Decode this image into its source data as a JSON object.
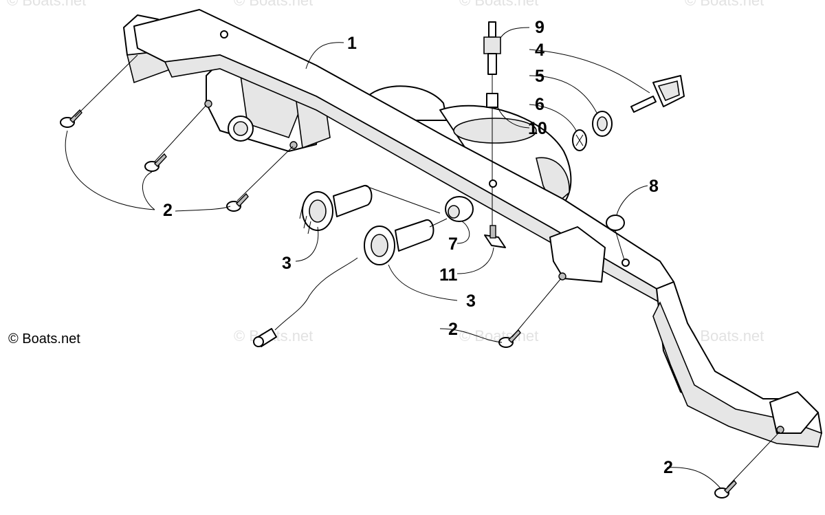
{
  "copyright": "© Boats.net",
  "watermark": "© Boats.net",
  "callouts": [
    {
      "id": "c1",
      "label": "1"
    },
    {
      "id": "c2a",
      "label": "2"
    },
    {
      "id": "c2b",
      "label": "2"
    },
    {
      "id": "c2c",
      "label": "2"
    },
    {
      "id": "c3a",
      "label": "3"
    },
    {
      "id": "c3b",
      "label": "3"
    },
    {
      "id": "c4",
      "label": "4"
    },
    {
      "id": "c5",
      "label": "5"
    },
    {
      "id": "c6",
      "label": "6"
    },
    {
      "id": "c7",
      "label": "7"
    },
    {
      "id": "c8",
      "label": "8"
    },
    {
      "id": "c9",
      "label": "9"
    },
    {
      "id": "c10",
      "label": "10"
    },
    {
      "id": "c11",
      "label": "11"
    }
  ]
}
